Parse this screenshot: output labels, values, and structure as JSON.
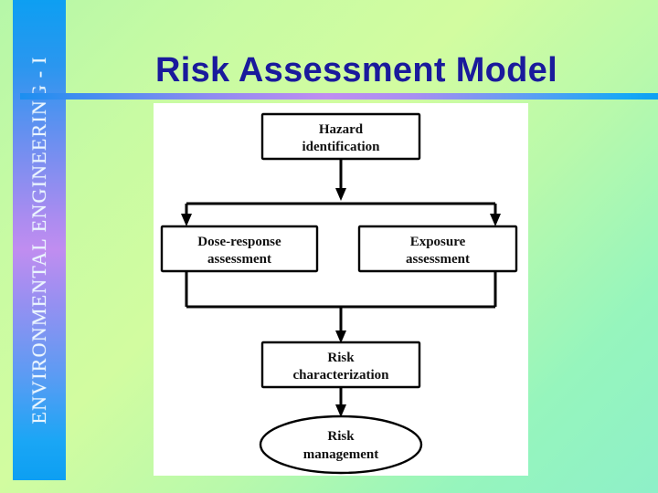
{
  "slide": {
    "sidebar_label": "ENVIRONMENTAL ENGINEERING - I",
    "title": "Risk Assessment Model",
    "title_color": "#1a1a9c",
    "background_color": "#b6f7a8",
    "panel_color": "#ffffff",
    "accent_color": "#0d9ff2"
  },
  "diagram": {
    "type": "flowchart",
    "nodes": [
      {
        "id": "hazard",
        "shape": "rectangle",
        "line1": "Hazard",
        "line2": "identification"
      },
      {
        "id": "dose-response",
        "shape": "rectangle",
        "line1": "Dose-response",
        "line2": "assessment"
      },
      {
        "id": "exposure",
        "shape": "rectangle",
        "line1": "Exposure",
        "line2": "assessment"
      },
      {
        "id": "risk-char",
        "shape": "rectangle",
        "line1": "Risk",
        "line2": "characterization"
      },
      {
        "id": "risk-mgmt",
        "shape": "ellipse",
        "line1": "Risk",
        "line2": "management"
      }
    ],
    "edges": [
      {
        "from": "hazard",
        "to": "dose-response"
      },
      {
        "from": "hazard",
        "to": "exposure"
      },
      {
        "from": "dose-response",
        "to": "risk-char"
      },
      {
        "from": "exposure",
        "to": "risk-char"
      },
      {
        "from": "risk-char",
        "to": "risk-mgmt"
      }
    ]
  }
}
